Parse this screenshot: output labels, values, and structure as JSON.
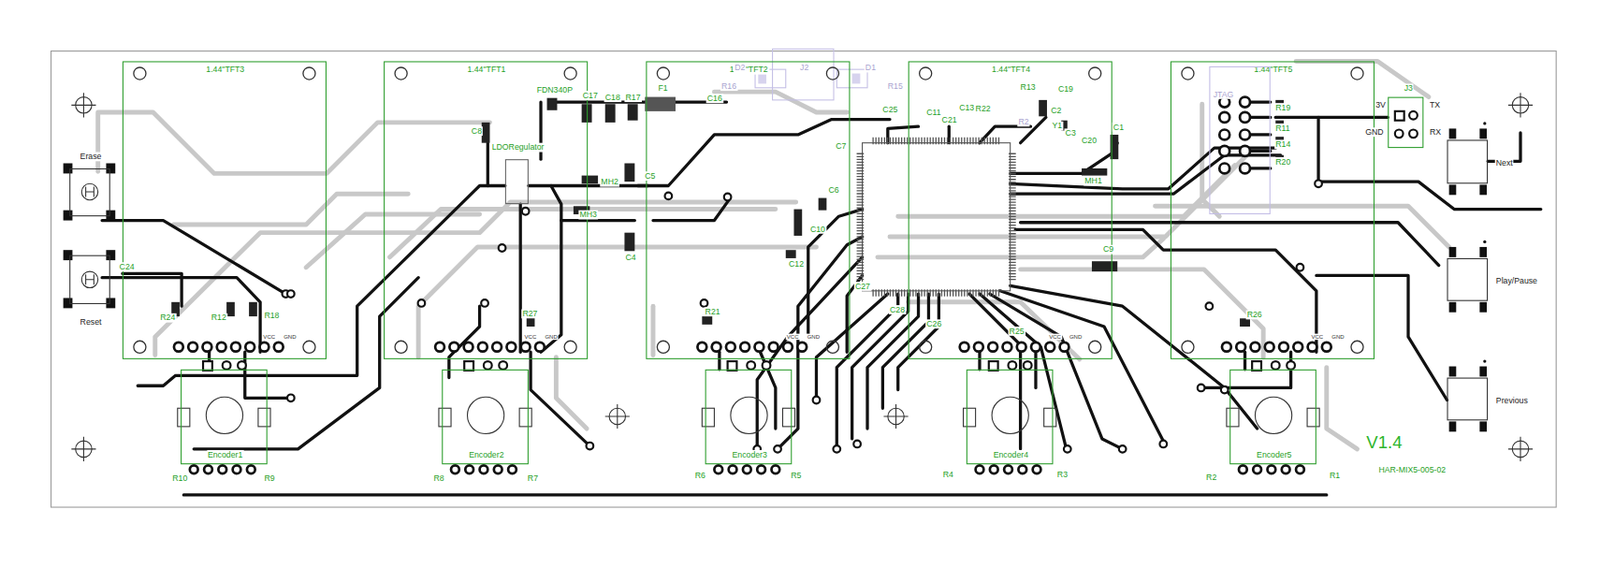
{
  "diagram": {
    "nodes": [
      {
        "text": [
          "1.44\"TFT3"
        ]
      },
      {
        "text": [
          "1.44\"TFT1"
        ]
      },
      {
        "text": [
          "1.44\"TFT2"
        ]
      },
      {
        "text": [
          "1.44\"TFT4"
        ]
      },
      {
        "text": [
          "1.44\"TFT5"
        ]
      },
      {
        "text": [
          "Encoder1"
        ]
      },
      {
        "text": [
          "Encoder2"
        ]
      },
      {
        "text": [
          "Encoder3"
        ]
      },
      {
        "text": [
          "Encoder4"
        ]
      },
      {
        "text": [
          "Encoder5"
        ]
      },
      {
        "text": [
          "Erase"
        ]
      },
      {
        "text": [
          "Reset"
        ]
      },
      {
        "text": [
          "Next"
        ]
      },
      {
        "text": [
          "Play/Pause"
        ]
      },
      {
        "text": [
          "Previous"
        ]
      },
      {
        "text": [
          "JTAG"
        ]
      },
      {
        "text": [
          "LDORegulator"
        ]
      },
      {
        "text": [
          "J3",
          "3V",
          "TX",
          "GND",
          "RX"
        ]
      }
    ],
    "labels": [
      "FDN340P",
      "C17",
      "C18",
      "R17",
      "F1",
      "C16",
      "D2",
      "J2",
      "D1",
      "R16",
      "R15",
      "C8",
      "C5",
      "MH2",
      "MH3",
      "C4",
      "C25",
      "C11",
      "C13",
      "R22",
      "C21",
      "R13",
      "C19",
      "C2",
      "Y1",
      "C3",
      "R2",
      "C20",
      "C1",
      "MH1",
      "C7",
      "C6",
      "C10",
      "C12",
      "C27",
      "C28",
      "C26",
      "R25",
      "C9",
      "R21",
      "R27",
      "C24",
      "R24",
      "R12",
      "R18",
      "R19",
      "R11",
      "R14",
      "R20",
      "R26",
      "VCC",
      "GND",
      "VCC",
      "GND",
      "VCC",
      "GND",
      "VCC",
      "GND",
      "VCC",
      "GND",
      "R10",
      "R9",
      "R8",
      "R7",
      "R6",
      "R5",
      "R4",
      "R3",
      "R2",
      "R1",
      "V1.4",
      "HAR-MIX5-005-02"
    ]
  }
}
